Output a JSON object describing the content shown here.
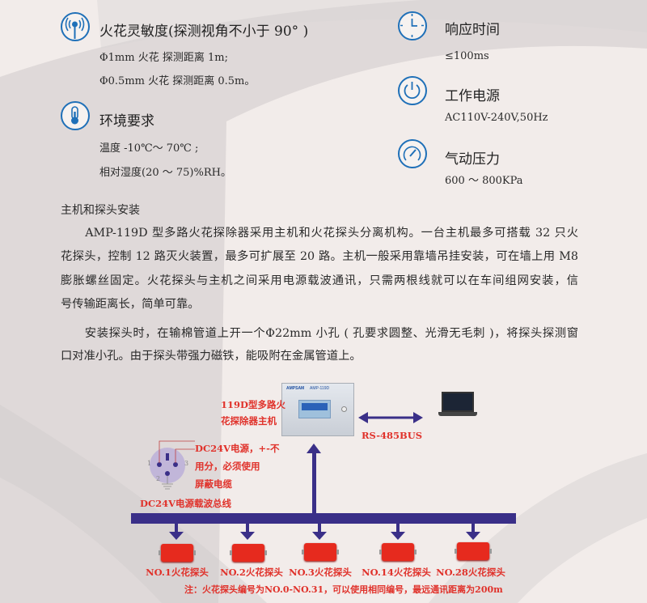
{
  "specs_left": [
    {
      "icon": "signal-icon",
      "title": "火花灵敏度(探测视角不小于 90° )",
      "lines": [
        "Φ1mm 火花  探测距离 1m;",
        "Φ0.5mm 火花  探测距离 0.5m。"
      ]
    },
    {
      "icon": "thermometer-icon",
      "title": "环境要求",
      "lines": [
        "温度 -10℃～ 70℃ ;",
        "相对湿度(20 ～ 75)%RH。"
      ]
    }
  ],
  "specs_right": [
    {
      "icon": "clock-icon",
      "title": "响应时间",
      "value": "≤100ms"
    },
    {
      "icon": "power-icon",
      "title": "工作电源",
      "value": "AC110V-240V,50Hz"
    },
    {
      "icon": "gauge-icon",
      "title": "气动压力",
      "value": "600 ～ 800KPa"
    }
  ],
  "install": {
    "heading": "主机和探头安装",
    "para1": [
      "　　AMP-119D 型多路火花探除器采用主机和火花探头分离机构。一台主机最多可搭载 32 只火",
      "花探头，控制 12 路灭火装置，最多可扩展至 20 路。主机一般采用靠墙吊挂安装，可在墙上用 M8",
      "膨胀螺丝固定。火花探头与主机之间采用电源载波通讯，只需两根线就可以在车间组网安装，信",
      "号传输距离长，简单可靠。"
    ],
    "para2": [
      "　　安装探头时，在输棉管道上开一个Φ22mm 小孔 ( 孔要求圆整、光滑无毛刺 )，将探头探测窗",
      "口对准小孔。由于探头带强力磁铁，能吸附在金属管道上。"
    ]
  },
  "diagram": {
    "host_label": [
      "119D型多路火",
      "花探除器主机"
    ],
    "device_brand": "AMPSAM",
    "device_model": "AMP-119D",
    "bus_label": "RS-485BUS",
    "power_note": [
      "DC24V电源，+-不",
      "用分，必须使用",
      "屏蔽电缆"
    ],
    "pins": [
      "1",
      "2",
      "3"
    ],
    "bus_name": "DC24V电源载波总线",
    "probes": [
      "NO.1火花探头",
      "NO.2火花探头",
      "NO.3火花探头",
      "NO.14火花探头",
      "NO.28火花探头"
    ],
    "note": "注：火花探头编号为NO.0-NO.31，可以使用相同编号，最远通讯距离为200m"
  },
  "colors": {
    "accent": "#1f70b8",
    "bus": "#3a2f88",
    "red": "#e0322b"
  }
}
